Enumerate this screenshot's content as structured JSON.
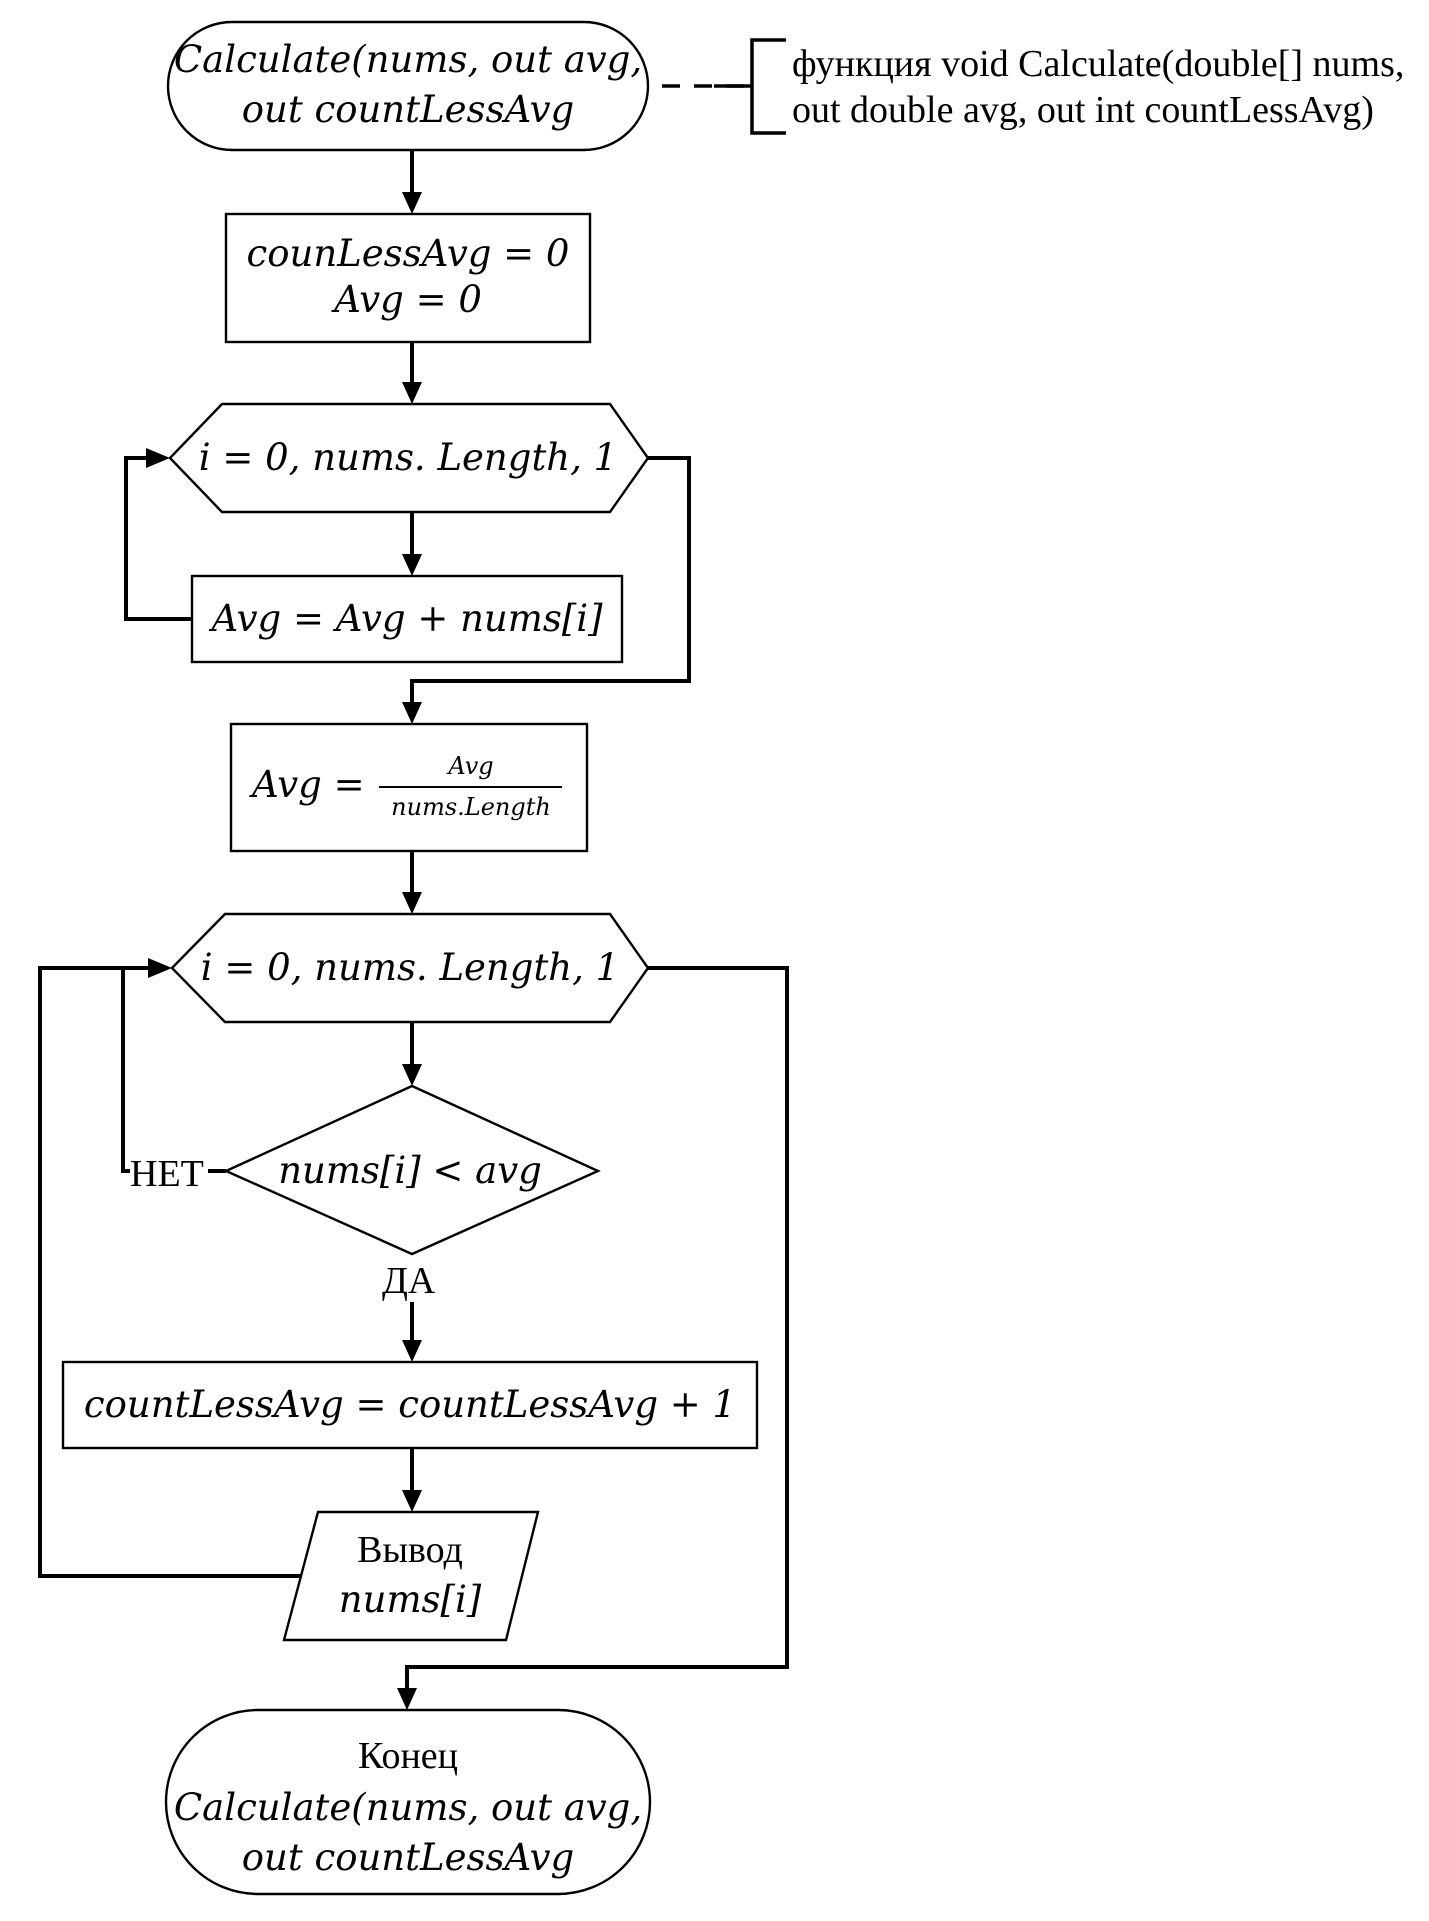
{
  "start": {
    "line1": "Calculate(nums, out avg,",
    "line2": "out countLessAvg"
  },
  "comment": {
    "line1": "функция void Calculate(double[] nums,",
    "line2": "out double avg, out int countLessAvg)"
  },
  "init": {
    "line1": "counLessAvg = 0",
    "line2": "Avg = 0"
  },
  "loop1": {
    "header": "i = 0, nums. Length, 1"
  },
  "sum": {
    "text": "Avg = Avg + nums[i]"
  },
  "divide": {
    "lhs": "Avg =",
    "numerator": "Avg",
    "denominator": "nums.Length"
  },
  "loop2": {
    "header": "i = 0, nums. Length, 1"
  },
  "decision": {
    "condition": "nums[i] < avg",
    "no_label": "НЕТ",
    "yes_label": "ДА"
  },
  "increment": {
    "text": "countLessAvg = countLessAvg + 1"
  },
  "output": {
    "line1": "Вывод",
    "line2": "nums[i]"
  },
  "end": {
    "line1": "Конец",
    "line2": "Calculate(nums, out avg,",
    "line3": "out countLessAvg"
  }
}
